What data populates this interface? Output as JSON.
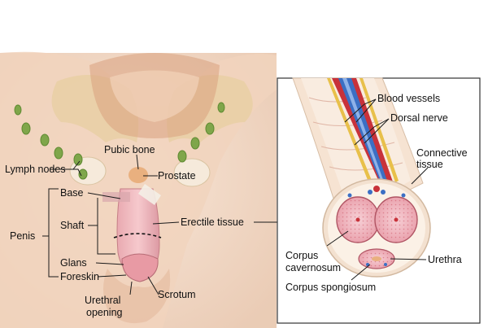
{
  "left_labels": {
    "pubic_bone": "Pubic bone",
    "lymph_nodes": "Lymph nodes",
    "prostate": "Prostate",
    "base": "Base",
    "shaft": "Shaft",
    "penis": "Penis",
    "erectile_tissue": "Erectile tissue",
    "glans": "Glans",
    "foreskin": "Foreskin",
    "scrotum": "Scrotum",
    "urethral_opening_1": "Urethral",
    "urethral_opening_2": "opening"
  },
  "inset_labels": {
    "blood_vessels": "Blood vessels",
    "dorsal_nerve": "Dorsal nerve",
    "connective_tissue_1": "Connective",
    "connective_tissue_2": "tissue",
    "corpus_cavernosum_1": "Corpus",
    "corpus_cavernosum_2": "cavernosum",
    "urethra": "Urethra",
    "corpus_spongiosum": "Corpus spongiosum"
  },
  "colors": {
    "skin": "#f3d9c4",
    "inset_border": "#333333",
    "vessel_blue": "#3b6fc4",
    "vessel_red": "#c8323a",
    "tissue_pink": "#f2b9c0",
    "lymph_green": "#7fa64a"
  }
}
